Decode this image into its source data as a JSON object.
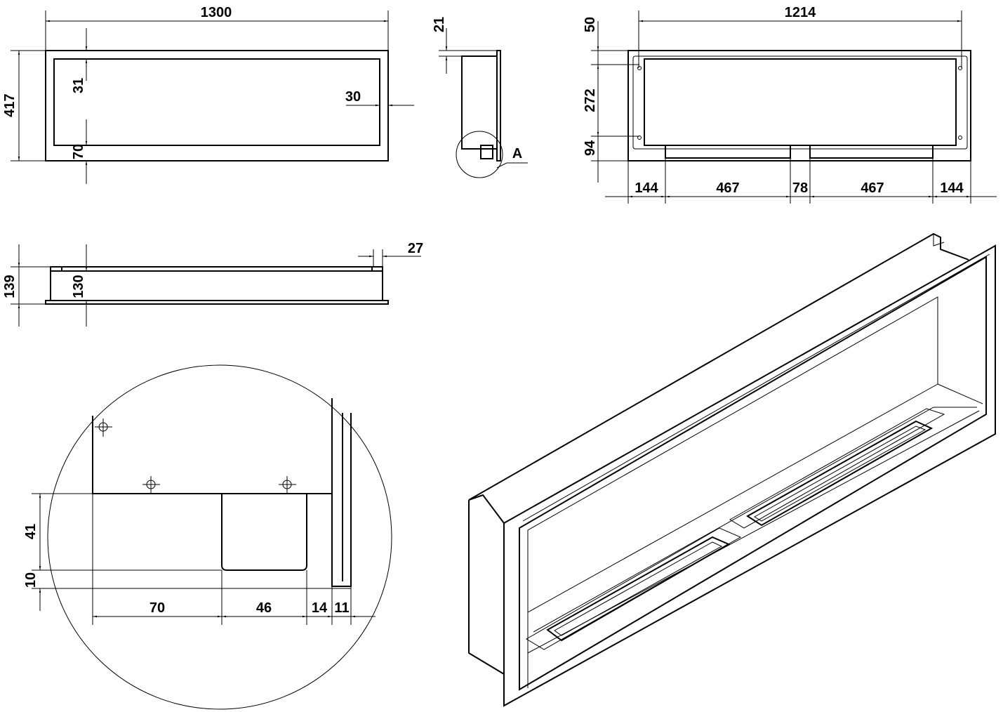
{
  "front_view": {
    "width": "1300",
    "height": "417",
    "top_border": "31",
    "bottom_border": "70",
    "side_border": "30"
  },
  "side_view": {
    "offset": "21",
    "detail_label": "A"
  },
  "back_view": {
    "width": "1214",
    "top": "50",
    "hole_spacing": "272",
    "bottom": "94",
    "bottom_dims": [
      "144",
      "467",
      "78",
      "467",
      "144"
    ]
  },
  "top_view": {
    "total_depth": "139",
    "box_depth": "130",
    "lip": "27"
  },
  "detail_a": {
    "height": "41",
    "gap": "10",
    "bottom_dims": [
      "70",
      "46",
      "14",
      "11"
    ]
  },
  "colors": {
    "line": "#000000",
    "background": "#ffffff"
  }
}
